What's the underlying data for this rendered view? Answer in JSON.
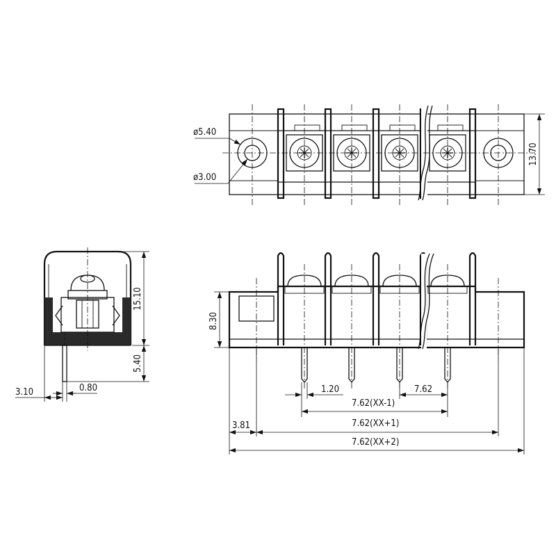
{
  "dimensions": {
    "d_outer": "ø5.40",
    "d_inner": "ø3.00",
    "width_top": "13.70",
    "height_body": "15.10",
    "height_pin": "5.40",
    "side_offset": "3.10",
    "pin_thickness": "0.80",
    "front_height": "8.30",
    "pin_width": "1.20",
    "pitch": "7.62",
    "span_xx_minus_1": "7.62(XX-1)",
    "edge_offset": "3.81",
    "span_xx_plus_1": "7.62(XX+1)",
    "span_xx_plus_2": "7.62(XX+2)"
  },
  "colors": {
    "line": "#111111",
    "background": "#ffffff"
  }
}
